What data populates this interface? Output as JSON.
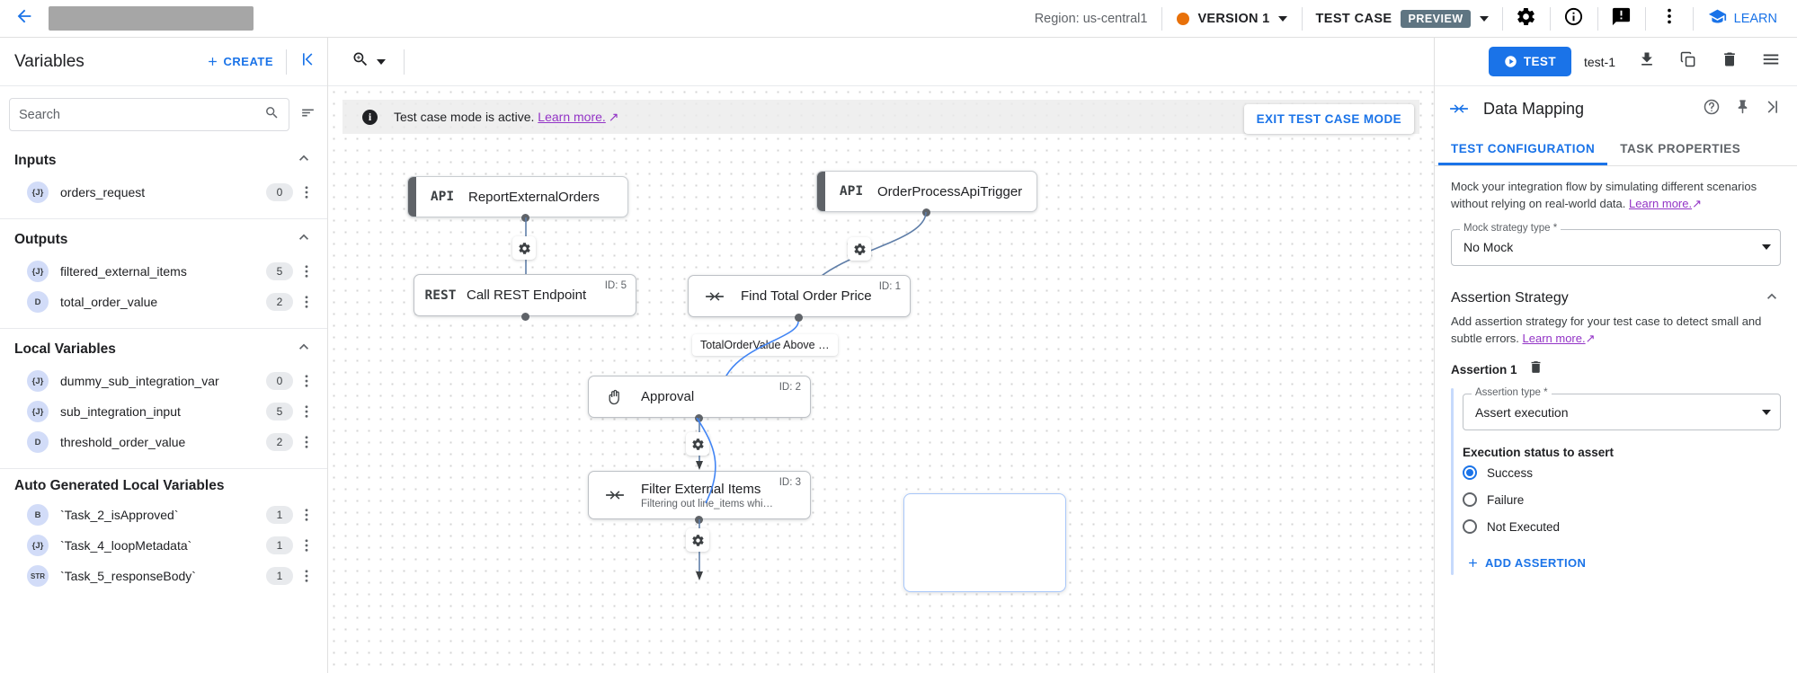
{
  "topbar": {
    "back_icon": "arrow-left-icon",
    "region": "Region: us-central1",
    "version_label": "VERSION 1",
    "testcase_label": "TEST CASE",
    "preview_badge": "PREVIEW",
    "learn_label": "LEARN",
    "icons": [
      "settings-gear-icon",
      "info-circle-icon",
      "feedback-icon",
      "more-vert-icon"
    ],
    "accent": "#1a73e8",
    "version_dot_color": "#e8710a",
    "preview_badge_color": "#5f7582"
  },
  "sidebar": {
    "title": "Variables",
    "create_label": "CREATE",
    "collapse_icon": "collapse-left-icon",
    "search": {
      "value": "",
      "placeholder": "Search"
    },
    "sort_icon": "sort-icon",
    "groups": [
      {
        "name": "Inputs",
        "items": [
          {
            "type": "{J}",
            "name": "orders_request",
            "badge": "0"
          }
        ]
      },
      {
        "name": "Outputs",
        "items": [
          {
            "type": "{J}",
            "name": "filtered_external_items",
            "badge": "5"
          },
          {
            "type": "D",
            "name": "total_order_value",
            "badge": "2"
          }
        ]
      },
      {
        "name": "Local Variables",
        "items": [
          {
            "type": "{J}",
            "name": "dummy_sub_integration_var",
            "badge": "0"
          },
          {
            "type": "{J}",
            "name": "sub_integration_input",
            "badge": "5"
          },
          {
            "type": "D",
            "name": "threshold_order_value",
            "badge": "2"
          }
        ]
      },
      {
        "name": "Auto Generated Local Variables",
        "items": [
          {
            "type": "B",
            "name": "`Task_2_isApproved`",
            "badge": "1"
          },
          {
            "type": "{J}",
            "name": "`Task_4_loopMetadata`",
            "badge": "1"
          },
          {
            "type": "STR",
            "name": "`Task_5_responseBody`",
            "badge": "1"
          }
        ]
      }
    ]
  },
  "canvas": {
    "zoom_icon": "zoom-in-icon",
    "banner": {
      "icon": "info-icon",
      "text": "Test case mode is active.",
      "link": "Learn more.",
      "external_icon": "external-link-icon"
    },
    "exit_button": "EXIT TEST CASE MODE",
    "nodes": [
      {
        "icon": "API",
        "title": "ReportExternalOrders",
        "sub": "",
        "id": ""
      },
      {
        "icon": "API",
        "title": "OrderProcessApiTrigger",
        "sub": "",
        "id": ""
      },
      {
        "icon": "REST",
        "title": "Call REST Endpoint",
        "sub": "",
        "id": "ID: 5"
      },
      {
        "icon": "mapping-icon",
        "title": "Find Total Order Price",
        "sub": "",
        "id": "ID: 1"
      },
      {
        "icon": "approval-hand-icon",
        "title": "Approval",
        "sub": "",
        "id": "ID: 2"
      },
      {
        "icon": "mapping-icon",
        "title": "Filter External Items",
        "sub": "Filtering out line_items whi…",
        "id": "ID: 3"
      }
    ],
    "edge_label": "TotalOrderValue Above …"
  },
  "rightpanel": {
    "test_button": "TEST",
    "test_name": "test-1",
    "toolbar_icons": [
      "download-icon",
      "copy-icon",
      "delete-icon",
      "list-menu-icon"
    ],
    "panel_icon": "data-mapping-icon",
    "panel_title": "Data Mapping",
    "header_icons": [
      "help-circle-icon",
      "pin-icon",
      "expand-right-icon"
    ],
    "tabs": [
      {
        "label": "TEST CONFIGURATION",
        "active": true
      },
      {
        "label": "TASK PROPERTIES",
        "active": false
      }
    ],
    "description": "Mock your integration flow by simulating different scenarios without relying on real-world data.",
    "description_link": "Learn more.",
    "mock_field": {
      "legend": "Mock strategy type *",
      "value": "No Mock"
    },
    "assertion_section": {
      "title": "Assertion Strategy",
      "description": "Add assertion strategy for your test case to detect small and subtle errors.",
      "description_link": "Learn more.",
      "assertion_label": "Assertion 1",
      "delete_icon": "trash-icon",
      "type_field": {
        "legend": "Assertion type *",
        "value": "Assert execution"
      },
      "exec_label": "Execution status to assert",
      "radios": [
        {
          "label": "Success",
          "selected": true
        },
        {
          "label": "Failure",
          "selected": false
        },
        {
          "label": "Not Executed",
          "selected": false
        }
      ],
      "add_button": "ADD ASSERTION"
    }
  }
}
